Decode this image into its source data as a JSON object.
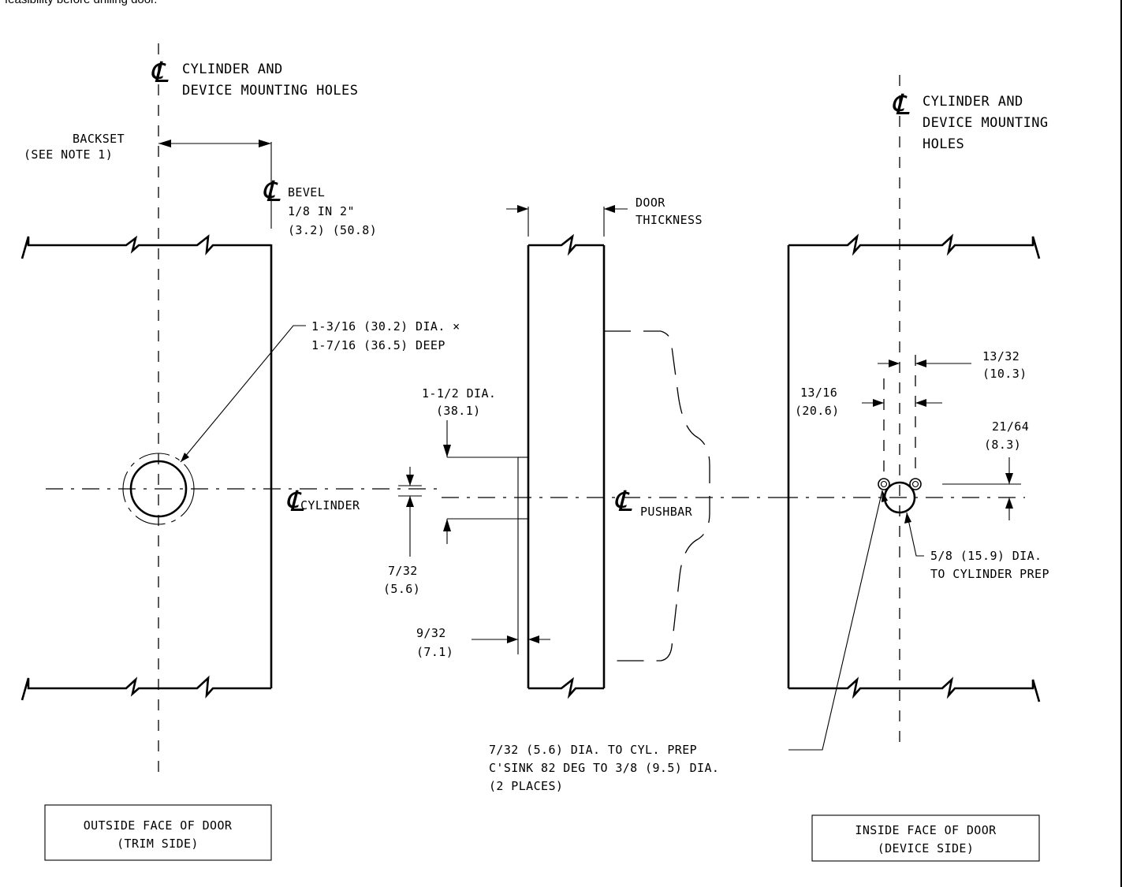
{
  "header_note": "feasibility before drilling door.",
  "outside_view": {
    "centerline_symbol": "℄",
    "centerline_label": [
      "CYLINDER AND",
      "DEVICE MOUNTING HOLES"
    ],
    "backset_label": [
      "BACKSET",
      "(SEE NOTE 1)"
    ],
    "bevel_label": [
      "BEVEL",
      "1/8 IN 2\"",
      "(3.2) (50.8)"
    ],
    "hole_label": [
      "1-3/16 (30.2) DIA. ×",
      "1-7/16 (36.5) DEEP"
    ],
    "cylinder_label": "CYLINDER",
    "caption": [
      "OUTSIDE FACE OF DOOR",
      "(TRIM SIDE)"
    ]
  },
  "section_view": {
    "thickness_label": [
      "DOOR",
      "THICKNESS"
    ],
    "dia_label": [
      "1-1/2 DIA.",
      "(38.1)"
    ],
    "offset_label": [
      "7/32",
      "(5.6)"
    ],
    "rose_label": [
      "9/32",
      "(7.1)"
    ],
    "pushbar_label": "PUSHBAR"
  },
  "inside_view": {
    "centerline_label": [
      "CYLINDER AND",
      "DEVICE MOUNTING",
      "HOLES"
    ],
    "spacing_small_label": [
      "13/32",
      "(10.3)"
    ],
    "spacing_large_label": [
      "13/16",
      "(20.6)"
    ],
    "vertical_label": [
      "21/64",
      "(8.3)"
    ],
    "prep_label": [
      "5/8 (15.9) DIA.",
      "TO CYLINDER PREP"
    ],
    "csink_label": [
      "7/32 (5.6) DIA. TO CYL. PREP",
      "C'SINK 82 DEG TO 3/8 (9.5) DIA.",
      "(2 PLACES)"
    ],
    "caption": [
      "INSIDE FACE OF DOOR",
      "(DEVICE SIDE)"
    ]
  }
}
